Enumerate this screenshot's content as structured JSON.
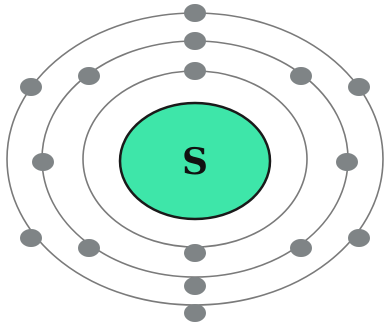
{
  "atom": {
    "element_symbol": "S",
    "shells": [
      {
        "shell": 1,
        "electrons": 2
      },
      {
        "shell": 2,
        "electrons": 8
      },
      {
        "shell": 3,
        "electrons": 6
      }
    ]
  },
  "colors": {
    "nucleus_fill": "#3ee6a9",
    "nucleus_stroke": "#1a1a1a",
    "orbit": "#7a7a7a",
    "electron": "#7f8486",
    "symbol": "#111111"
  }
}
